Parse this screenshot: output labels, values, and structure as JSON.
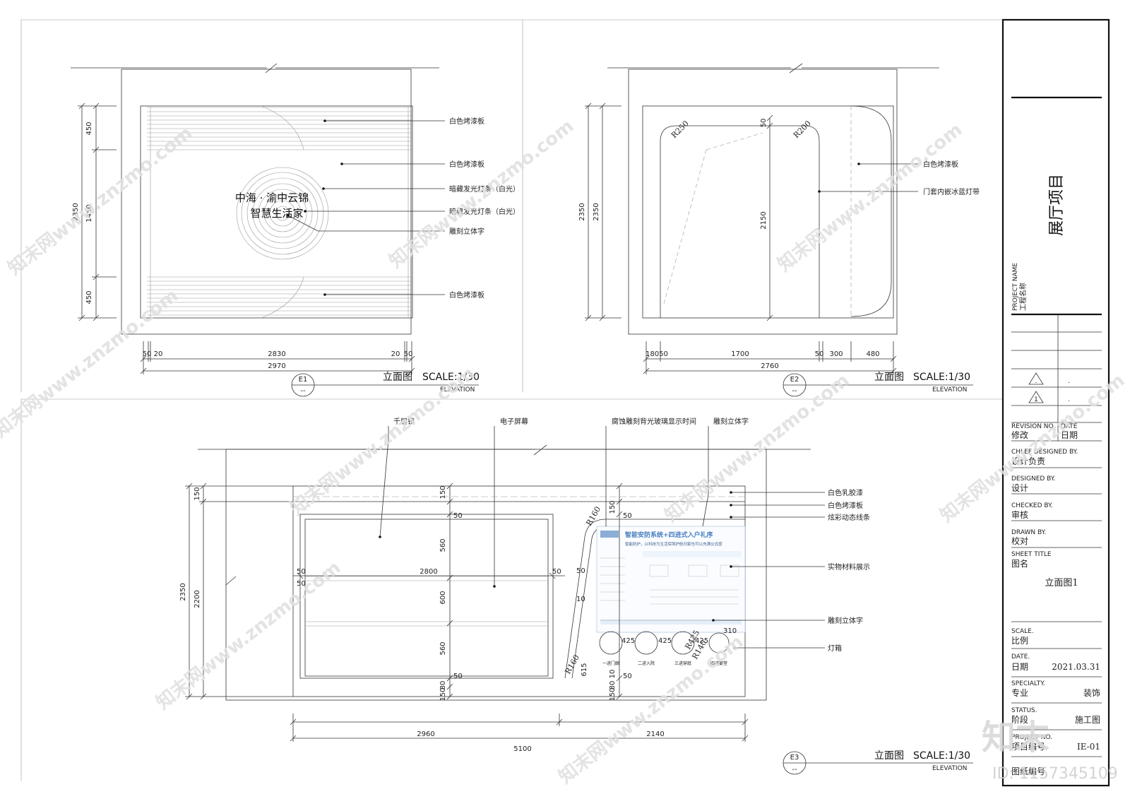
{
  "e1": {
    "labels": [
      "白色烤漆板",
      "白色烤漆板",
      "暗藏发光灯条（白光）",
      "暗藏发光灯条（白光）",
      "雕刻立体字",
      "白色烤漆板"
    ],
    "logo_line1": "中海 · 渝中云锦",
    "logo_line2": "智慧生活家",
    "vdims": [
      "450",
      "1450",
      "450"
    ],
    "vtotal": "2350",
    "hdims": [
      "50",
      "20",
      "2830",
      "20",
      "50"
    ],
    "htotal": "2970",
    "tag": "E1",
    "tag_sub": "--",
    "title": "立面图",
    "scale": "SCALE:1/30",
    "sub": "ELEVATION"
  },
  "e2": {
    "labels": [
      "白色烤漆板",
      "门套内嵌冰蓝灯带"
    ],
    "radii": [
      "R250",
      "R200"
    ],
    "vdims": [
      "50",
      "2150"
    ],
    "vtotal1": "2350",
    "vtotal2": "2350",
    "hdims": [
      "18050",
      "1700",
      "50",
      "300",
      "480"
    ],
    "htotal": "2760",
    "tag": "E2",
    "tag_sub": "--",
    "title": "立面图",
    "scale": "SCALE:1/30",
    "sub": "ELEVATION"
  },
  "e3": {
    "top_labels": [
      "千层镜",
      "电子屏幕",
      "腐蚀雕刻背光玻璃显示时间",
      "雕刻立体字"
    ],
    "right_labels": [
      "白色乳胶漆",
      "白色烤漆板",
      "炫彩动态线条",
      "实物材料展示",
      "雕刻立体字",
      "灯箱"
    ],
    "panel_title": "智能安防系统+四进式入户礼序",
    "panel_sub": "智能防护，以科技为生活保驾护航归家也可以充满仪式感",
    "circle_labels": [
      "一进门廊",
      "二进入院",
      "三进穿庭",
      "四进宴堂"
    ],
    "circle_dims": [
      "425",
      "425",
      "425",
      "310"
    ],
    "radii": [
      "R160",
      "R160",
      "R425",
      "R140"
    ],
    "vdims_left": [
      "150",
      "50",
      "560",
      "600",
      "560",
      "80",
      "150",
      "50"
    ],
    "vdims_mid": [
      "150",
      "50",
      "50",
      "10",
      "615",
      "80",
      "150",
      "10",
      "50"
    ],
    "mid_50": "50",
    "mirror_width": "2800",
    "mirror_side": [
      "50",
      "50",
      "50"
    ],
    "vtotal1": "2350",
    "vtotal2": "2200",
    "hdims": [
      "2960",
      "2140"
    ],
    "htotal": "5100",
    "tag": "E3",
    "tag_sub": "--",
    "title": "立面图",
    "scale": "SCALE:1/30",
    "sub": "ELEVATION"
  },
  "titleblock": {
    "project_title": "展厅项目",
    "project_name_en": "PROJECT NAME",
    "project_name_cn": "工程名称",
    "rev_marks": [
      ".",
      "1"
    ],
    "rev_dates": [
      ".",
      "."
    ],
    "revision_en": "REVISION NO",
    "revision_cn": "修改",
    "date_en": "DATE",
    "date_cn": "日期",
    "chief_en": "CHLEF DESIGNED BY.",
    "chief_cn": "设计负责",
    "designed_en": "DESIGNED BY.",
    "designed_cn": "设计",
    "checked_en": "CHECKED BY.",
    "checked_cn": "审核",
    "drawn_en": "DRAWN BY.",
    "drawn_cn": "校对",
    "sheet_en": "SHEET TITLE",
    "sheet_cn": "图名",
    "sheet_value": "立面图1",
    "scale_en": "SCALE.",
    "scale_cn": "比例",
    "date2_en": "DATE.",
    "date2_cn": "日期",
    "date_value": "2021.03.31",
    "specialty_en": "SPECIALTY.",
    "specialty_cn": "专业",
    "specialty_value": "装饰",
    "status_en": "STATUS.",
    "status_cn": "阶段",
    "status_value": "施工图",
    "projno_en": "PROJECT NO.",
    "projno_cn": "项目编号",
    "projno_value": "IE-01",
    "drawno_cn": "图纸编号"
  },
  "watermark": {
    "text": "知末网www.znzmo.com",
    "logo": "知末",
    "id": "ID: 1157345109"
  }
}
